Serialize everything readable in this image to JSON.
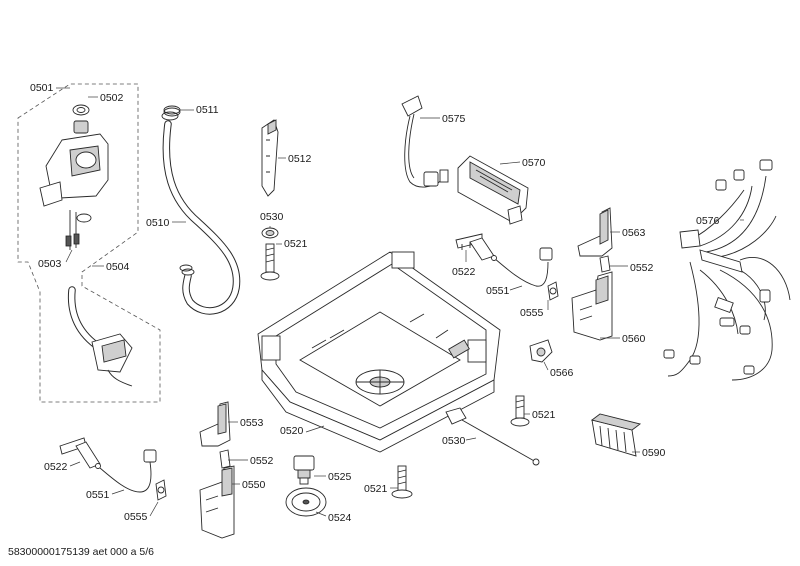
{
  "diagram": {
    "part_labels": {
      "p0501": "0501",
      "p0502": "0502",
      "p0503": "0503",
      "p0504": "0504",
      "p0510": "0510",
      "p0511": "0511",
      "p0512": "0512",
      "p0530a": "0530",
      "p0521a": "0521",
      "p0575": "0575",
      "p0570": "0570",
      "p0576": "0576",
      "p0563": "0563",
      "p0552a": "0552",
      "p0522a": "0522",
      "p0551a": "0551",
      "p0555a": "0555",
      "p0560": "0560",
      "p0566": "0566",
      "p0521b": "0521",
      "p0590": "0590",
      "p0530b": "0530",
      "p0520": "0520",
      "p0553": "0553",
      "p0552b": "0552",
      "p0525": "0525",
      "p0550": "0550",
      "p0521c": "0521",
      "p0524": "0524",
      "p0522b": "0522",
      "p0551b": "0551",
      "p0555b": "0555"
    },
    "footer_text": "58300000175139 aet 000 a 5/6"
  }
}
